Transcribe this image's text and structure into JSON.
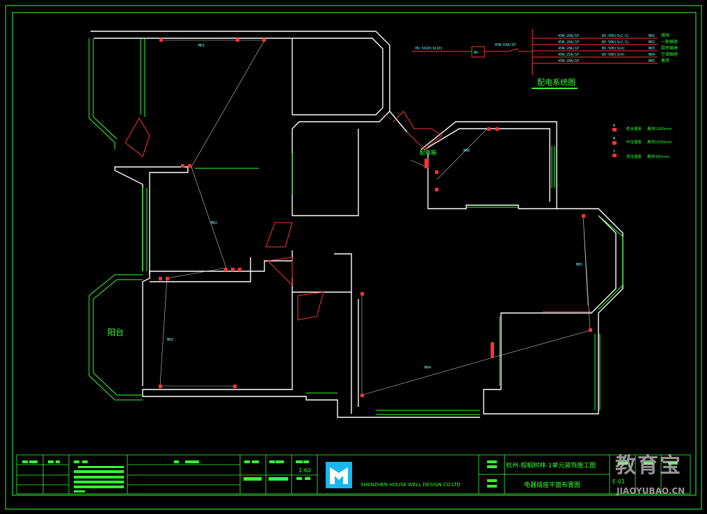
{
  "system_diagram": {
    "title": "配电系统图",
    "incoming_cable": "BV-5X10(3x10)",
    "meter": "Wh",
    "main_breaker": "45N-63A/1P",
    "circuits": [
      {
        "breaker": "45N-20A/1P",
        "cable": "BV-500(3x2.5)",
        "id": "N01",
        "use": "照明"
      },
      {
        "breaker": "45N-20A/1P",
        "cable": "BV-500(3x2.5)",
        "id": "N02",
        "use": "一般插座"
      },
      {
        "breaker": "45N-20A/1P",
        "cable": "BV-500(3x4)",
        "id": "N03",
        "use": "厨房插座"
      },
      {
        "breaker": "45N-25A/1P",
        "cable": "BV-500(3x4)",
        "id": "N04",
        "use": "空调插座"
      },
      {
        "breaker": "45N-20A/1P",
        "cable": "",
        "id": "N05",
        "use": "备用"
      }
    ]
  },
  "legend": [
    {
      "mark": "B",
      "label": "柜台插座",
      "height": "离地1200mm"
    },
    {
      "mark": "M",
      "label": "中位插座",
      "height": "离地1500mm"
    },
    {
      "mark": "S",
      "label": "低位插座",
      "height": "离地300mm"
    }
  ],
  "plan": {
    "balcony_label": "阳台",
    "panel_label": "配电箱",
    "wire_labels": [
      "M01",
      "M02",
      "M03",
      "M04",
      "M05",
      "M06"
    ]
  },
  "title_block": {
    "scale": "1:60",
    "company": "SHENZHEN HOUSE WELL DESIGN CO.LTD",
    "project": "杭州-棕榈树林-1单元装饰施工图",
    "drawing_name": "电器插座平面布置图",
    "drawing_no": "E-01"
  },
  "watermark": {
    "text": "教育宝",
    "url": "JIAOYUBAO.CN"
  },
  "colors": {
    "frame": "#33ff33",
    "wall": "#ffffff",
    "electrical": "#ff3333",
    "label": "#66ffff"
  }
}
